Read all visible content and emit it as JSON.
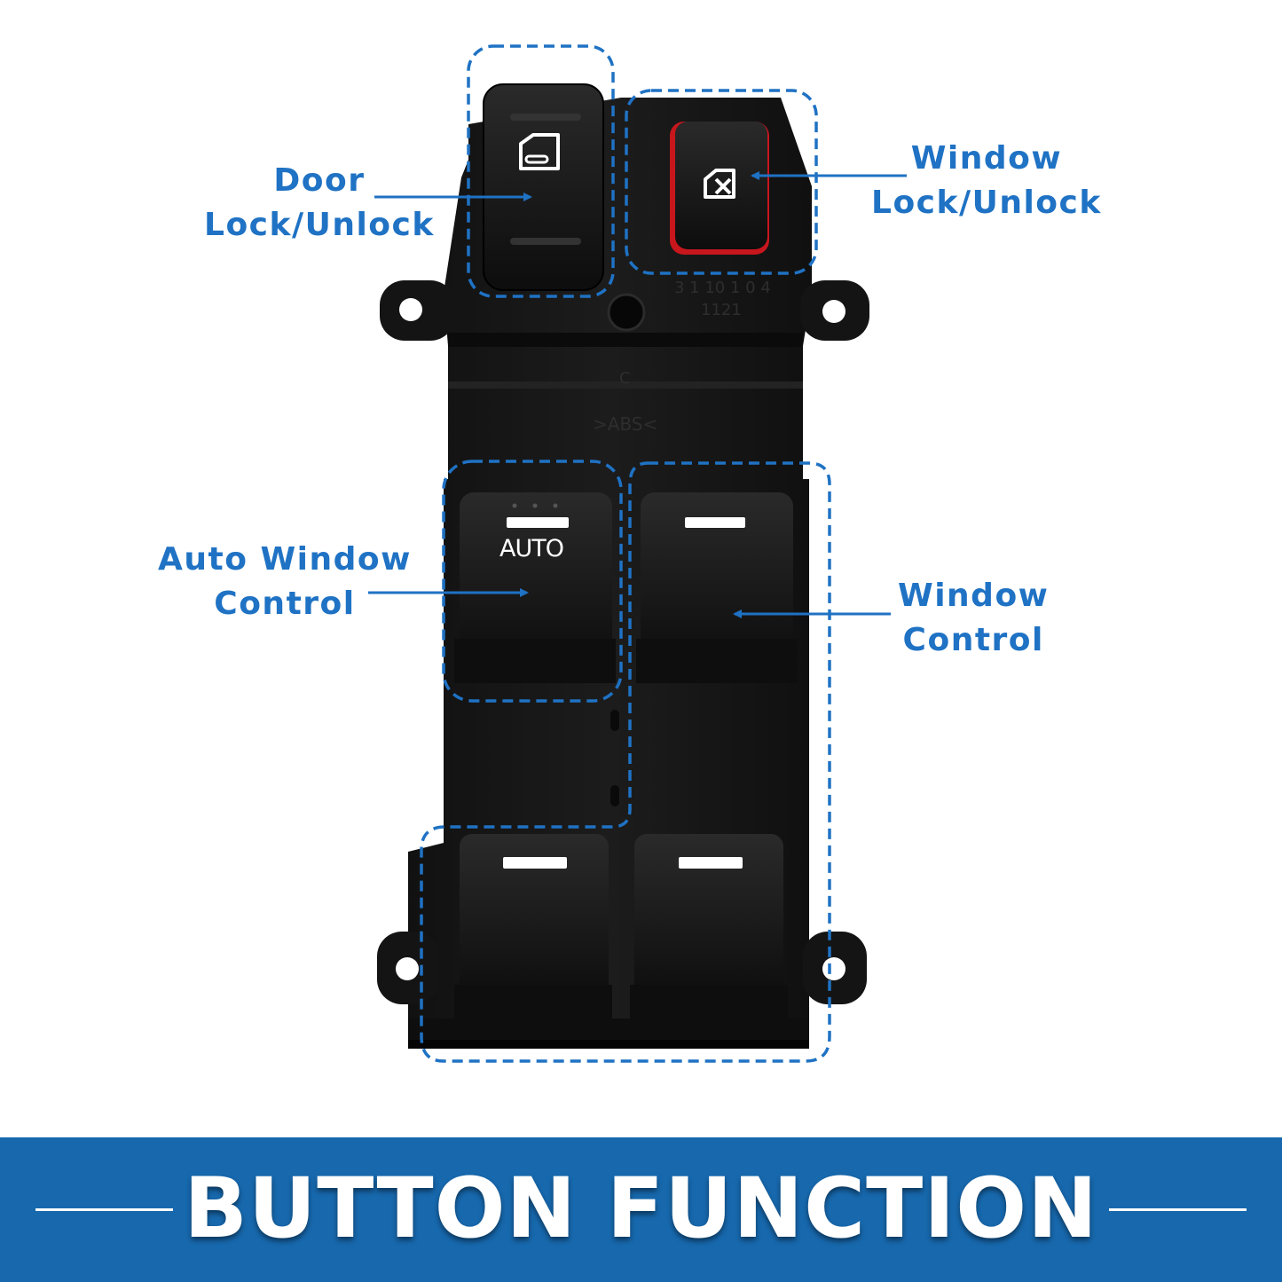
{
  "callouts": {
    "door_lock": {
      "line1": "Door",
      "line2": "Lock/Unlock"
    },
    "window_lock": {
      "line1": "Window",
      "line2": "Lock/Unlock"
    },
    "auto_window": {
      "line1": "Auto Window",
      "line2": "Control"
    },
    "window_control": {
      "line1": "Window",
      "line2": "Control"
    }
  },
  "switch": {
    "auto_label": "AUTO"
  },
  "banner": {
    "title": "BUTTON FUNCTION"
  },
  "colors": {
    "accent_blue": "#1f72c4",
    "banner_blue": "#1768ad",
    "switch_body": "#161616",
    "lock_trim_red": "#c8161d"
  },
  "icons": [
    "door-lock-icon",
    "window-lock-icon"
  ]
}
